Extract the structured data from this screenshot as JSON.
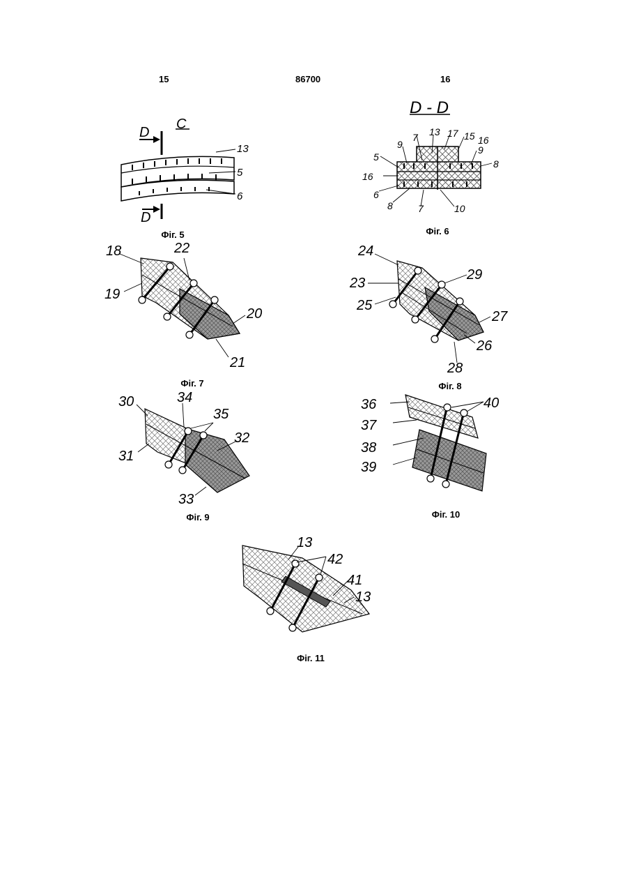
{
  "header": {
    "page_left": "15",
    "patent_number": "86700",
    "page_right": "16"
  },
  "figures": {
    "fig5": {
      "caption": "Фіг. 5",
      "section_letter": "C",
      "cut_label_top": "D",
      "cut_label_bottom": "D",
      "labels": [
        "13",
        "5",
        "6"
      ]
    },
    "fig6": {
      "caption": "Фіг. 6",
      "section_title": "D - D",
      "labels": [
        "7",
        "13",
        "17",
        "15",
        "16",
        "9",
        "9",
        "5",
        "16",
        "8",
        "6",
        "8",
        "7",
        "10"
      ]
    },
    "fig7": {
      "caption": "Фіг. 7",
      "labels": [
        "18",
        "22",
        "19",
        "20",
        "21"
      ]
    },
    "fig8": {
      "caption": "Фіг. 8",
      "labels": [
        "24",
        "29",
        "23",
        "25",
        "27",
        "26",
        "28"
      ]
    },
    "fig9": {
      "caption": "Фіг. 9",
      "labels": [
        "30",
        "34",
        "35",
        "32",
        "31",
        "33"
      ]
    },
    "fig10": {
      "caption": "Фіг. 10",
      "labels": [
        "36",
        "40",
        "37",
        "38",
        "39"
      ]
    },
    "fig11": {
      "caption": "Фіг. 11",
      "labels": [
        "13",
        "42",
        "41",
        "13"
      ]
    }
  }
}
